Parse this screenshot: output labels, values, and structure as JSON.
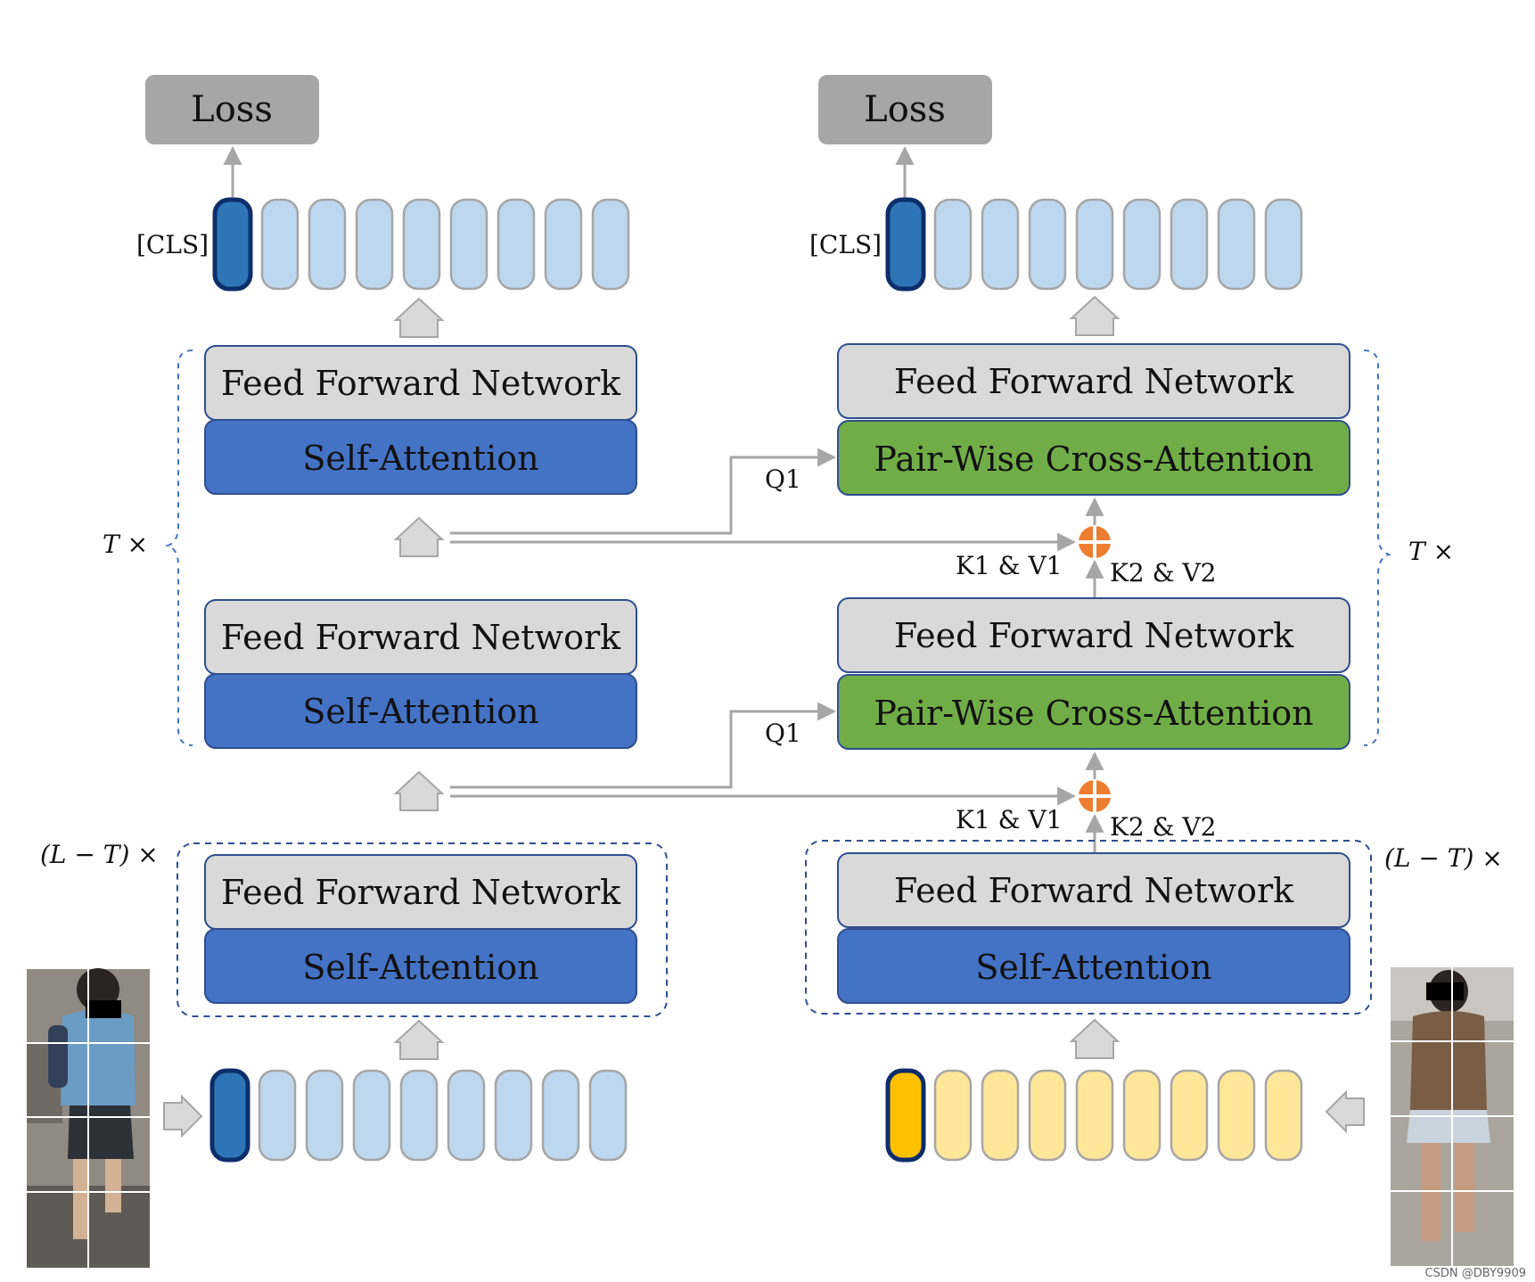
{
  "labels": {
    "loss": "Loss",
    "cls": "[CLS]",
    "ffn": "Feed Forward Network",
    "self_attention": "Self-Attention",
    "pair_wise": "Pair-Wise Cross-Attention",
    "q1": "Q1",
    "kv1": "K1 & V1",
    "kv2": "K2 & V2",
    "t_times": "T ×",
    "lt_times": "(L − T) ×"
  },
  "watermark": "CSDN @DBY9909",
  "colors": {
    "loss_box": "#a6a6a6",
    "ffn_box": "#d9d9d9",
    "self_attention_box": "#4472c4",
    "pair_wise_box": "#70ad47",
    "box_border": "#2f4f8f",
    "cls_token": "#2e75b6",
    "cls_border": "#0d2d6b",
    "token_light_blue": "#bdd7ee",
    "token_dark_yellow": "#ffc000",
    "token_light_yellow": "#ffe699",
    "token_border": "#a6a6a6",
    "arrow": "#a6a6a6",
    "dashed_border": "#4472c4",
    "add_node": "#ed7d31"
  },
  "icons": {
    "block_arrow": "up-block-arrow",
    "add_node": "circle-plus",
    "person_image": "person-photo"
  }
}
